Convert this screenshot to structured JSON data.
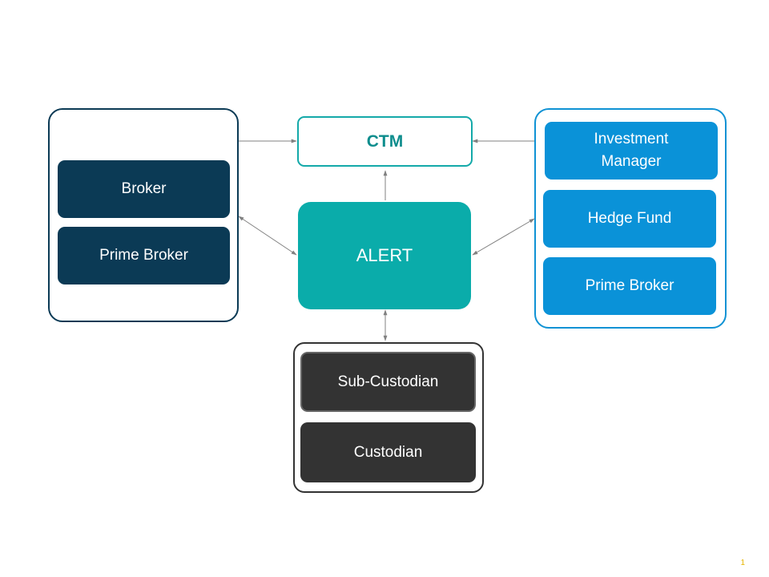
{
  "nodes": {
    "ctm": "CTM",
    "alert": "ALERT",
    "broker": "Broker",
    "prime_broker_left": "Prime Broker",
    "investment_manager_line1": "Investment",
    "investment_manager_line2": "Manager",
    "hedge_fund": "Hedge Fund",
    "prime_broker_right": "Prime Broker",
    "sub_custodian": "Sub-Custodian",
    "custodian": "Custodian"
  },
  "page_number": "1",
  "colors": {
    "navy": "#0b3a55",
    "teal": "#0aacaa",
    "blue": "#0a92d8",
    "dark": "#333333",
    "arrow": "#808080",
    "page_number": "#e6b400"
  }
}
